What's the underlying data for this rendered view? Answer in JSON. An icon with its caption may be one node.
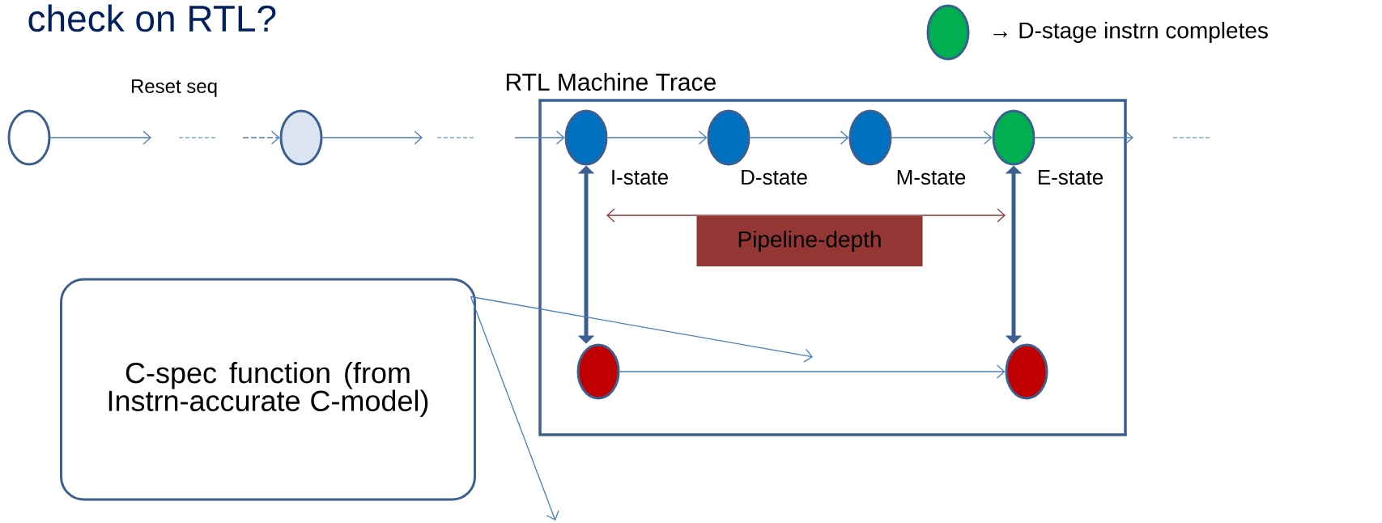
{
  "diagram": {
    "title": "check on RTL?",
    "nodes": [
      {
        "text": [],
        "shape": "circle"
      },
      {
        "text": [],
        "shape": "circle"
      },
      {
        "text": [
          "RTL Machine Trace"
        ]
      },
      {
        "text": [],
        "shape": "circle",
        "beside": [
          "I-state"
        ],
        "in": 2
      },
      {
        "text": [],
        "shape": "circle",
        "beside": [
          "D-state"
        ],
        "in": 2
      },
      {
        "text": [],
        "shape": "circle",
        "beside": [
          "M-state"
        ],
        "in": 2
      },
      {
        "text": [],
        "shape": "circle",
        "beside": [
          "E-state"
        ],
        "in": 2
      },
      {
        "text": [],
        "shape": "circle",
        "in": 2
      },
      {
        "text": [],
        "shape": "circle",
        "in": 2
      },
      {
        "text": [
          "Pipeline-depth"
        ],
        "in": 2
      },
      {
        "text": [
          "C-spec function (from Instrn-accurate C-model)"
        ]
      }
    ],
    "edges": [
      {
        "from": 0,
        "to": null,
        "arrow": "to"
      },
      {
        "from": null,
        "to": 1,
        "arrow": "to",
        "style": "dashed"
      },
      {
        "from": 1,
        "to": null,
        "arrow": "to"
      },
      {
        "from": null,
        "to": 3,
        "arrow": "to"
      },
      {
        "from": 3,
        "to": 4,
        "arrow": "to"
      },
      {
        "from": 4,
        "to": 5,
        "arrow": "to"
      },
      {
        "from": 5,
        "to": 6,
        "arrow": "to"
      },
      {
        "from": 6,
        "to": null,
        "arrow": "to"
      },
      {
        "from": 3,
        "to": 7,
        "arrow": "both",
        "style": "thick",
        "color": "#3c5f91"
      },
      {
        "from": 6,
        "to": 8,
        "arrow": "both",
        "style": "thick",
        "color": "#3c5f91"
      },
      {
        "from": 7,
        "to": 8,
        "arrow": "to"
      },
      {
        "from": 10,
        "to": null,
        "arrow": "to"
      },
      {
        "from": 10,
        "to": null,
        "arrow": "to"
      }
    ],
    "labels": [
      "Reset seq"
    ],
    "legend": [
      {
        "text": "→ D-stage instrn completes",
        "color": "#00b050"
      }
    ]
  }
}
